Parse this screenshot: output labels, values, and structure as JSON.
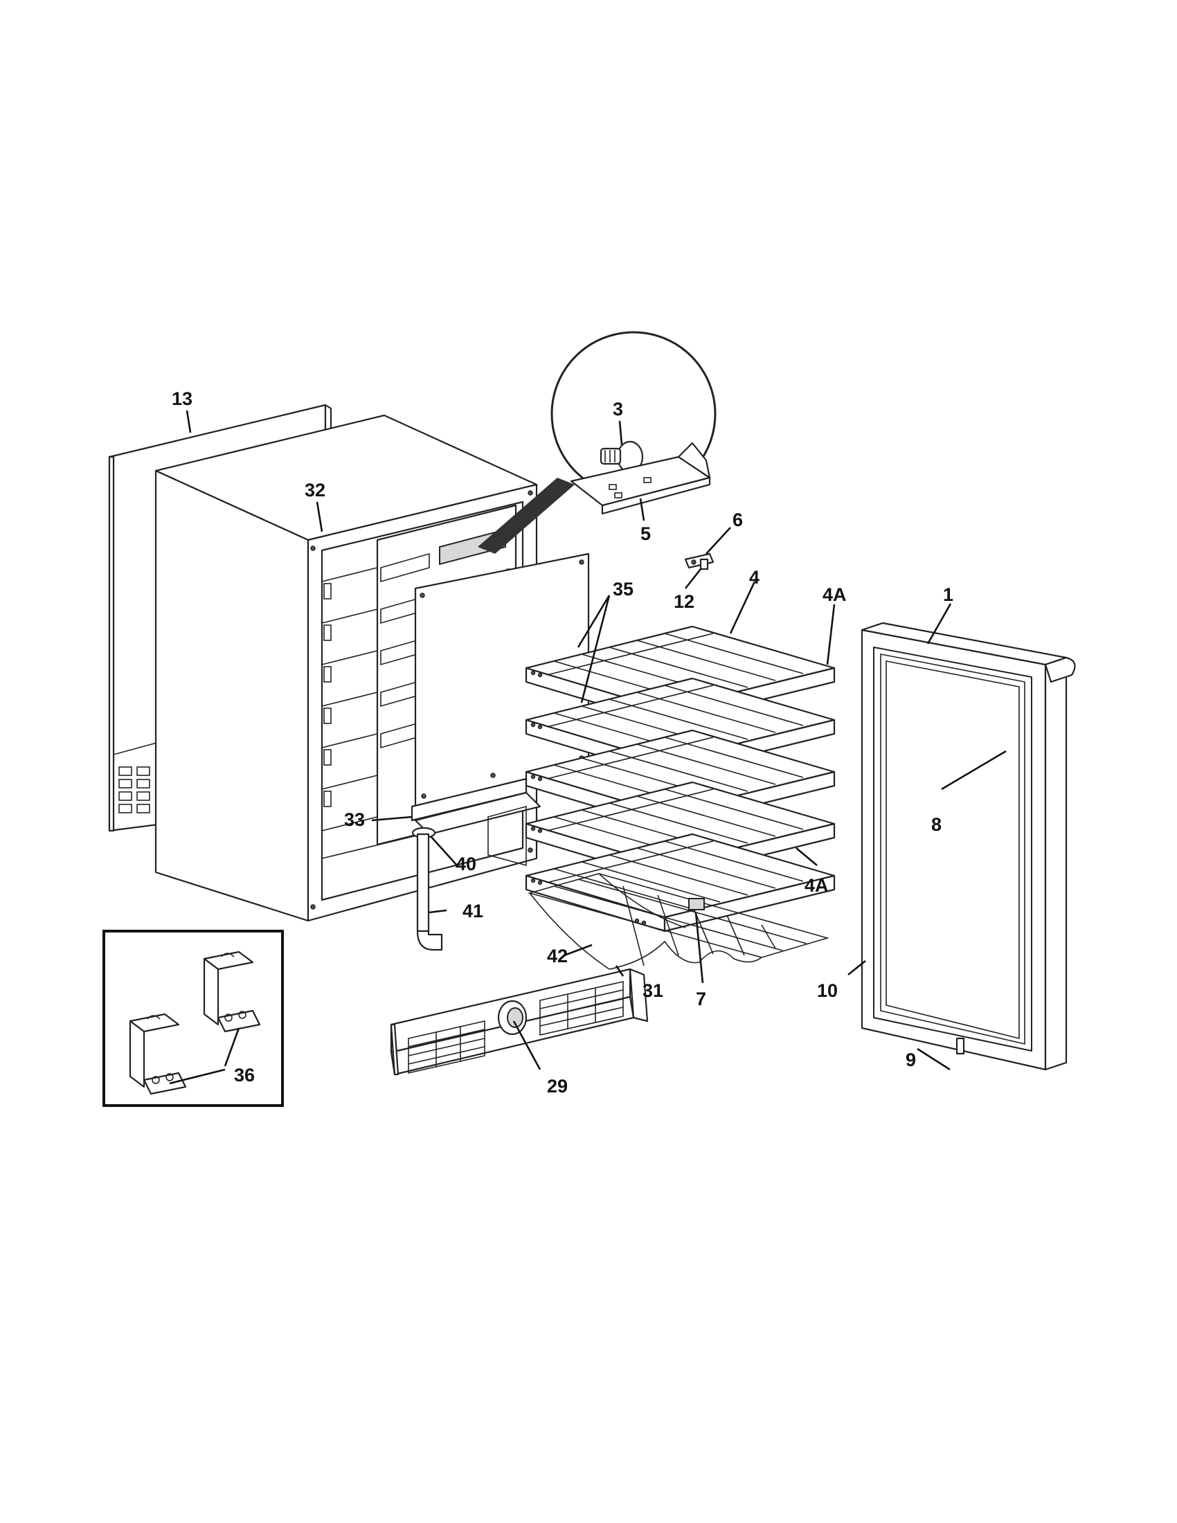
{
  "diagram": {
    "type": "exploded-parts-diagram",
    "callouts": {
      "c1": "1",
      "c3": "3",
      "c4": "4",
      "c4a_top": "4A",
      "c4a_bottom": "4A",
      "c5": "5",
      "c6": "6",
      "c7": "7",
      "c8": "8",
      "c9": "9",
      "c10": "10",
      "c12": "12",
      "c13": "13",
      "c29": "29",
      "c31": "31",
      "c32": "32",
      "c33": "33",
      "c35": "35",
      "c36": "36",
      "c40": "40",
      "c41": "41",
      "c42": "42"
    }
  }
}
